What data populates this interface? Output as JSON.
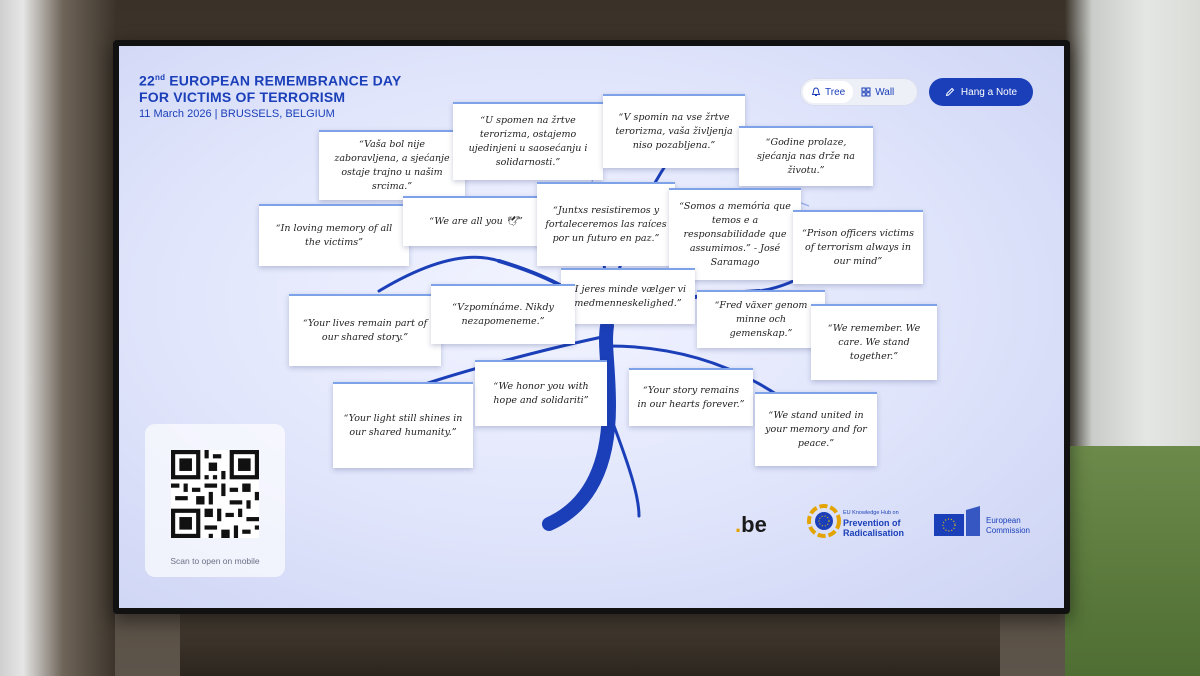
{
  "header": {
    "ordinal": "22",
    "ordinal_suffix": "nd",
    "title_line1_rest": " EUROPEAN REMEMBRANCE DAY",
    "title_line2": "FOR VICTIMS OF TERRORISM",
    "date_location": "11 March 2026 | BRUSSELS, BELGIUM"
  },
  "view_toggle": {
    "tree_label": "Tree",
    "wall_label": "Wall",
    "active": "Tree"
  },
  "hang_note_label": "Hang a Note",
  "notes": [
    "“Vaša bol nije zaboravljena, a sjećanje ostaje trajno u našim srcima.”",
    "“U spomen na žrtve terorizma, ostajemo ujedinjeni u saosećanju i solidarnosti.”",
    "“V spomin na vse žrtve terorizma, vaša življenja niso pozabljena.”",
    "“Godine prolaze, sjećanja nas drže na životu.”",
    "“In loving memory of all the victims”",
    "“We are all you 🕊”",
    "“Juntxs resistiremos y fortaleceremos las raíces por un futuro en paz.”",
    "“Somos a memória que temos e a responsabilidade que assumimos.” - José Saramago",
    "“Prison officers victims of terrorism always in our mind”",
    "“I jeres minde vælger vi medmenneskelighed.”",
    "“Your lives remain part of our shared story.”",
    "“Vzpomínáme. Nikdy nezapomeneme.”",
    "“Fred växer genom minne och gemenskap.”",
    "“We remember. We care. We stand together.”",
    "“We honor you with hope and solidariti”",
    "“Your story remains in our hearts forever.”",
    "“Your light still shines in our shared humanity.”",
    "“We stand united in your memory and for peace.”"
  ],
  "qr": {
    "caption": "Scan to open on mobile"
  },
  "logos": {
    "be_prefix": ".",
    "be_text": "be",
    "hub_small": "EU Knowledge Hub on",
    "hub_line1": "Prevention of",
    "hub_line2": "Radicalisation",
    "ec_line1": "European",
    "ec_line2": "Commission"
  },
  "colors": {
    "accent": "#1a3fb8",
    "note_border": "#7da2e8",
    "background": "#dfe4fb"
  }
}
